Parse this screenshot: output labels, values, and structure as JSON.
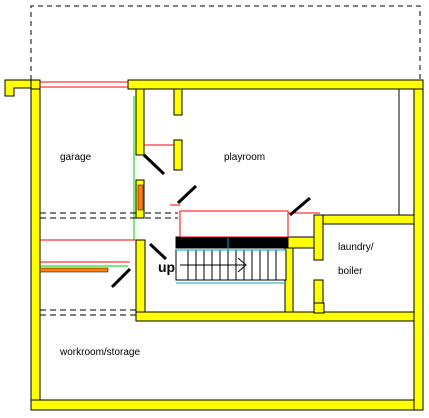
{
  "plan": {
    "rooms": {
      "garage": "garage",
      "playroom": "playroom",
      "laundry_line1": "laundry/",
      "laundry_line2": "boiler",
      "workroom": "workroom/storage"
    },
    "stairs_label": "up"
  },
  "colors": {
    "wall_fill": "#ffff00",
    "wall_stroke": "#000000",
    "accent_red": "#ff0000",
    "accent_orange": "#ff8000",
    "accent_cyan": "#00aacc",
    "accent_green": "#00cc00"
  }
}
